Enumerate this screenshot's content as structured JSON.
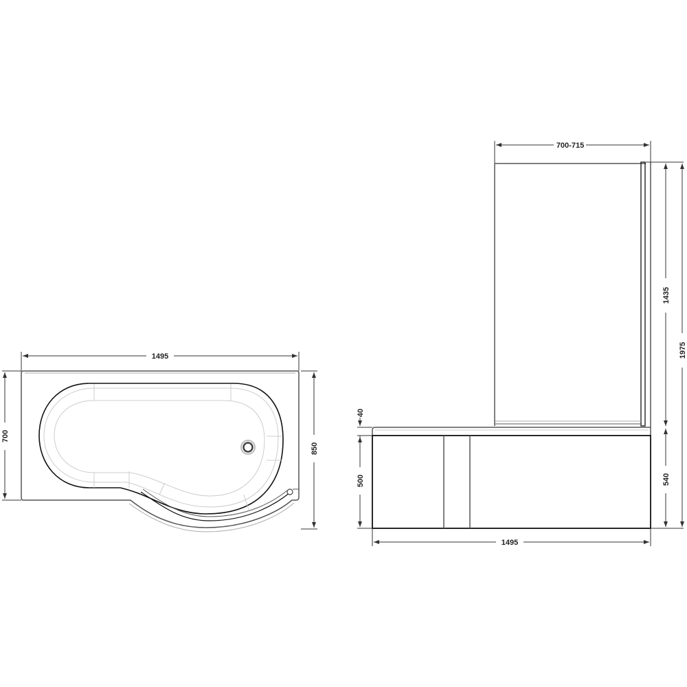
{
  "plan_view": {
    "width_label": "1495",
    "depth_label": "700",
    "max_depth_label": "850"
  },
  "elevation_view": {
    "screen_width_label": "700-715",
    "screen_height_label": "1435",
    "overall_height_label": "1975",
    "rim_label": "40",
    "panel_height_label": "500",
    "bath_height_label": "540",
    "length_label": "1495"
  }
}
